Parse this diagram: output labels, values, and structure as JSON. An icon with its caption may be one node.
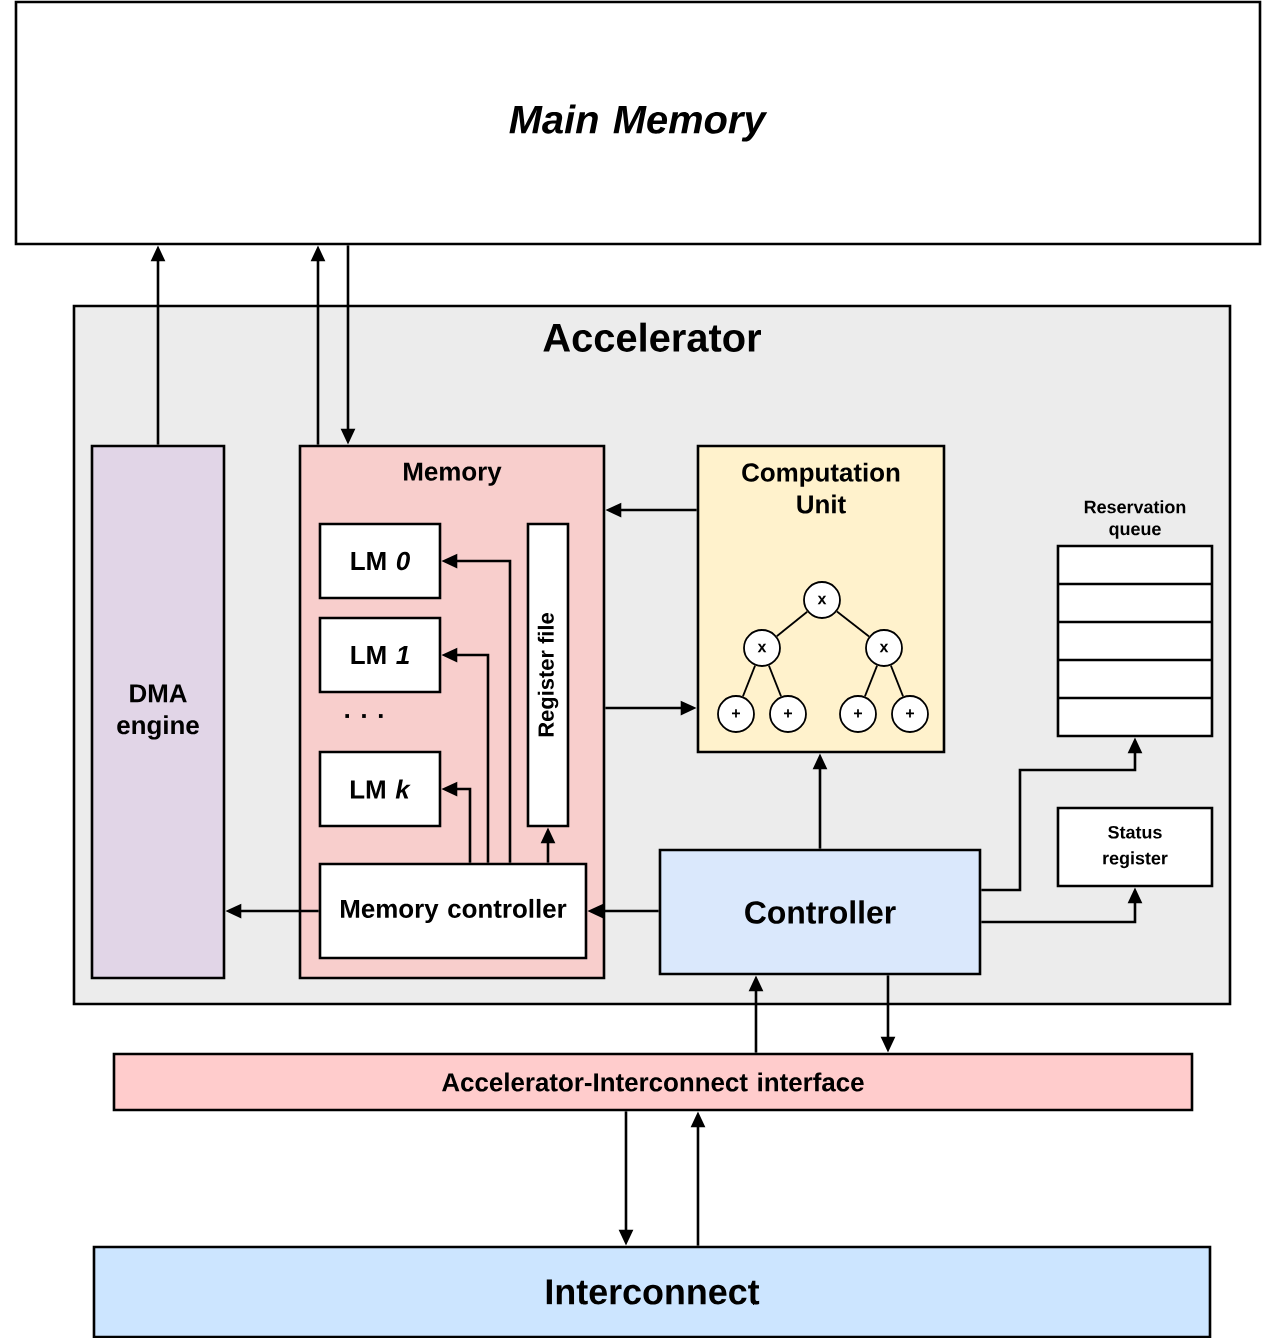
{
  "diagram": {
    "nodes": [
      {
        "text": [
          "*Main Memory*"
        ]
      },
      {
        "text": [
          "Accelerator"
        ]
      },
      {
        "text": [
          "DMA engine"
        ],
        "in": 1
      },
      {
        "text": [
          "Memory"
        ],
        "in": 1
      },
      {
        "text": [
          "LM *0*"
        ],
        "in": 3
      },
      {
        "text": [
          "LM *1*"
        ],
        "in": 3
      },
      {
        "text": [
          "LM *k*"
        ],
        "in": 3
      },
      {
        "text": [
          "Register file"
        ],
        "in": 3
      },
      {
        "text": [
          "Memory controller"
        ],
        "in": 3
      },
      {
        "text": [
          "Computation Unit"
        ],
        "in": 1
      },
      {
        "text": [
          "x"
        ],
        "in": 9
      },
      {
        "text": [
          "x"
        ],
        "in": 9
      },
      {
        "text": [
          "x"
        ],
        "in": 9
      },
      {
        "text": [
          "+"
        ],
        "in": 9
      },
      {
        "text": [
          "+"
        ],
        "in": 9
      },
      {
        "text": [
          "+"
        ],
        "in": 9
      },
      {
        "text": [
          "+"
        ],
        "in": 9
      },
      {
        "text": [
          "Reservation queue"
        ],
        "in": 1
      },
      {
        "text": [
          "Status register"
        ],
        "in": 1
      },
      {
        "text": [
          "Controller"
        ],
        "in": 1
      },
      {
        "text": [
          "Accelerator-Interconnect interface"
        ]
      },
      {
        "text": [
          "Interconnect"
        ]
      }
    ],
    "edges": [
      {
        "from": 2,
        "to": 0,
        "arrow": "to"
      },
      {
        "from": 3,
        "to": 0,
        "arrow": "to"
      },
      {
        "from": 0,
        "to": 3,
        "arrow": "to"
      },
      {
        "from": 9,
        "to": 3,
        "arrow": "to"
      },
      {
        "from": 3,
        "to": 9,
        "arrow": "to"
      },
      {
        "from": 8,
        "to": 2,
        "arrow": "to"
      },
      {
        "from": 19,
        "to": 8,
        "arrow": "to"
      },
      {
        "from": 19,
        "to": 9,
        "arrow": "to"
      },
      {
        "from": 19,
        "to": 17,
        "arrow": "to"
      },
      {
        "from": 19,
        "to": 18,
        "arrow": "to"
      },
      {
        "from": 8,
        "to": 4,
        "arrow": "to"
      },
      {
        "from": 8,
        "to": 5,
        "arrow": "to"
      },
      {
        "from": 8,
        "to": 6,
        "arrow": "to"
      },
      {
        "from": 8,
        "to": 7,
        "arrow": "to"
      },
      {
        "from": 20,
        "to": 19,
        "arrow": "to"
      },
      {
        "from": 19,
        "to": 20,
        "arrow": "to"
      },
      {
        "from": 20,
        "to": 21,
        "arrow": "to"
      },
      {
        "from": 21,
        "to": 20,
        "arrow": "to"
      },
      {
        "from": 10,
        "to": 11,
        "arrow": "none"
      },
      {
        "from": 10,
        "to": 12,
        "arrow": "none"
      },
      {
        "from": 11,
        "to": 13,
        "arrow": "none"
      },
      {
        "from": 11,
        "to": 14,
        "arrow": "none"
      },
      {
        "from": 12,
        "to": 15,
        "arrow": "none"
      },
      {
        "from": 12,
        "to": 16,
        "arrow": "none"
      }
    ],
    "labels": [
      ". . ."
    ]
  }
}
